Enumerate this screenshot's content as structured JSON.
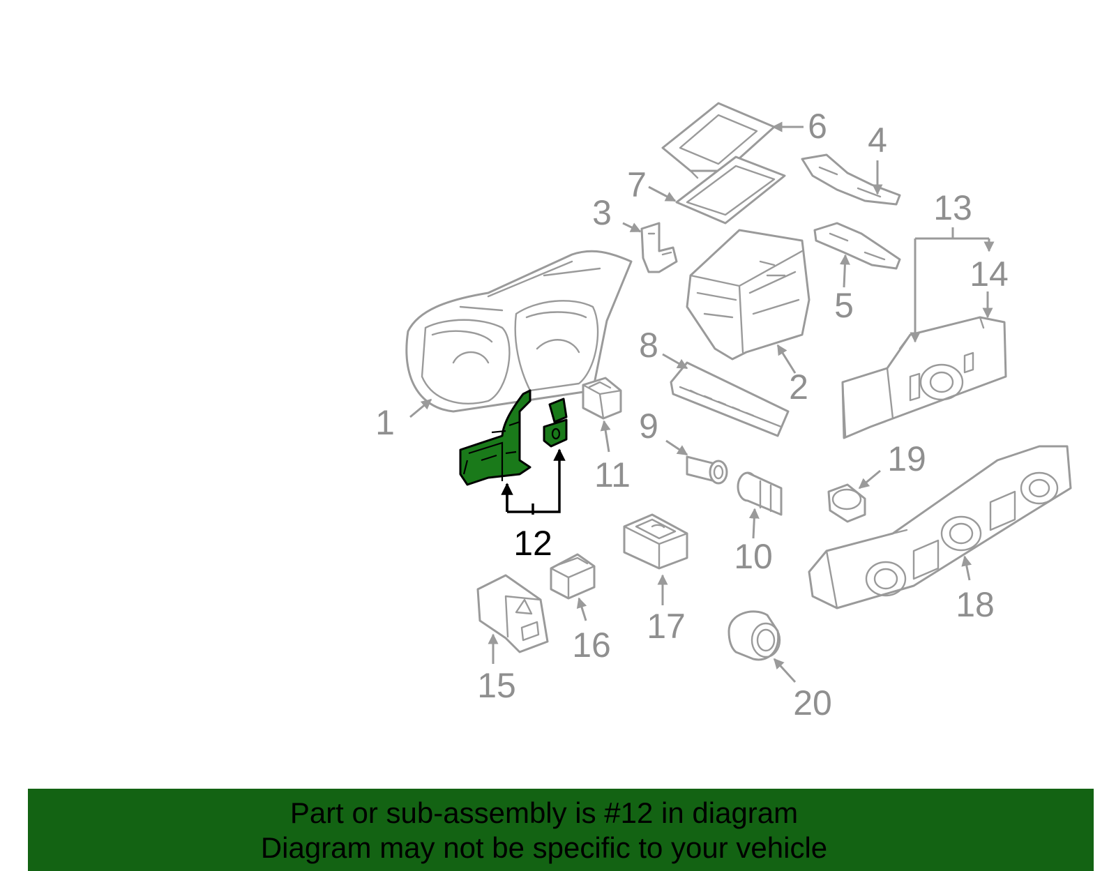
{
  "diagram": {
    "callouts": [
      "1",
      "2",
      "3",
      "4",
      "5",
      "6",
      "7",
      "8",
      "9",
      "10",
      "11",
      "12",
      "13",
      "14",
      "15",
      "16",
      "17",
      "18",
      "19",
      "20"
    ],
    "highlighted_callout": "12",
    "colors": {
      "highlight": "#1a7a1a",
      "parts": "#9a9a9a",
      "banner": "#136313"
    }
  },
  "footer": {
    "line1": "Part or sub-assembly is #12 in diagram",
    "line2": "Diagram may not be specific to your vehicle"
  }
}
